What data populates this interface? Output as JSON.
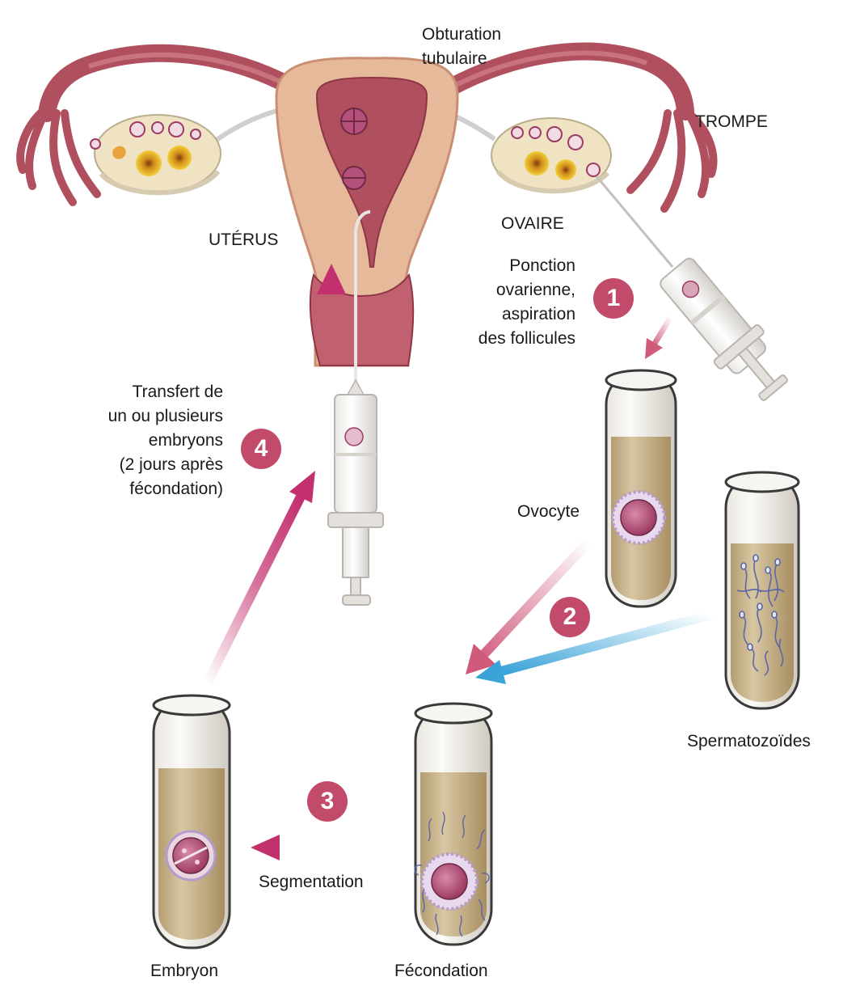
{
  "labels": {
    "obturation": [
      "Obturation",
      "tubulaire"
    ],
    "trompe": "TROMPE",
    "uterus": "UTÉRUS",
    "ovaire": "OVAIRE",
    "ponction": [
      "Ponction",
      "ovarienne,",
      "aspiration",
      "des follicules"
    ],
    "transfert": [
      "Transfert de",
      "un ou plusieurs",
      "embryons",
      "(2 jours après",
      "fécondation)"
    ],
    "ovocyte": "Ovocyte",
    "spermatozoides": "Spermatozoïdes",
    "segmentation": "Segmentation",
    "embryon": "Embryon",
    "fecondation": "Fécondation"
  },
  "steps": [
    "1",
    "2",
    "3",
    "4"
  ],
  "colors": {
    "step_badge": "#c24a6a",
    "arrow_magenta": "#c2306e",
    "arrow_blue": "#3aa3d8",
    "tissue": "#b0505f",
    "uterus_wall": "#e7b99b",
    "ovary": "#efe3c4",
    "tube_liquid": "#c9b48a",
    "cell": "#b5507a"
  },
  "icons": [
    "uterus-illustration",
    "ovary-illustration",
    "syringe-illustration",
    "test-tube-illustration",
    "sperm-cell-illustration",
    "oocyte-illustration",
    "embryo-illustration"
  ]
}
